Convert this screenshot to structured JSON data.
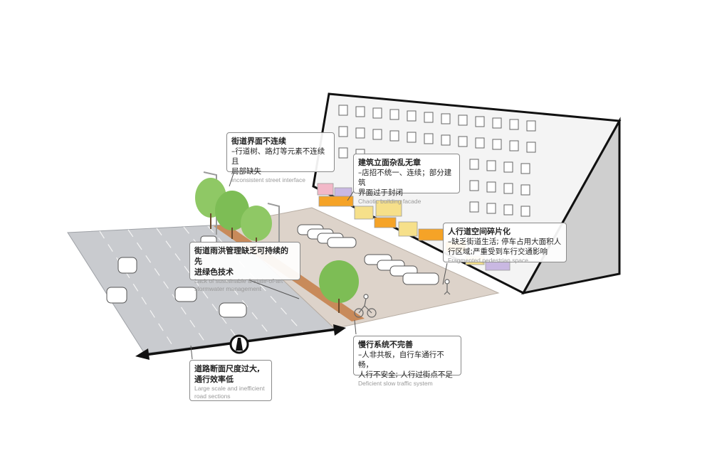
{
  "callouts": {
    "street_interface": {
      "title": "街道界面不连续",
      "body": "–行道树、路灯等元素不连续且\n局部缺失",
      "en": "Inconsistent street interface"
    },
    "facade": {
      "title": "建筑立面杂乱无章",
      "body": "–店招不统一、连续；部分建筑\n界面过于封闭",
      "en": "Chaotic building facade"
    },
    "pedestrian": {
      "title": "人行道空间碎片化",
      "body": "–缺乏街道生活; 停车占用大面积人\n行区域;严重受到车行交通影响",
      "en": "Fragmented pedestrian space"
    },
    "stormwater": {
      "title": "街道雨洪管理缺乏可持续的先\n进绿色技术",
      "en": "Lack of sustainable & state-of-art\nstormwater management"
    },
    "slow_traffic": {
      "title": "慢行系统不完善",
      "body": "–人非共板，自行车通行不畅，\n人行不安全; 人行过街点不足",
      "en": "Deficient slow traffic system"
    },
    "road_scale": {
      "title": "道路断面尺度过大,\n通行效率低",
      "en": "Large scale and inefficient\nroad sections"
    }
  },
  "colors": {
    "road": "#c9cbcf",
    "sidewalk": "#ddd3ca",
    "planter": "#c88a5a",
    "tree": "#8fc865",
    "tree_dark": "#6aae45",
    "building": "#f2f2f2",
    "building_side": "#c8c8c8",
    "sign_orange": "#f5a327",
    "sign_yellow": "#f6e08a",
    "sign_pink": "#f2b8c8",
    "sign_purple": "#c9b8e2"
  },
  "icons": {
    "road_symbol": "road-icon",
    "dimension_arrow": "double-arrow-icon"
  }
}
